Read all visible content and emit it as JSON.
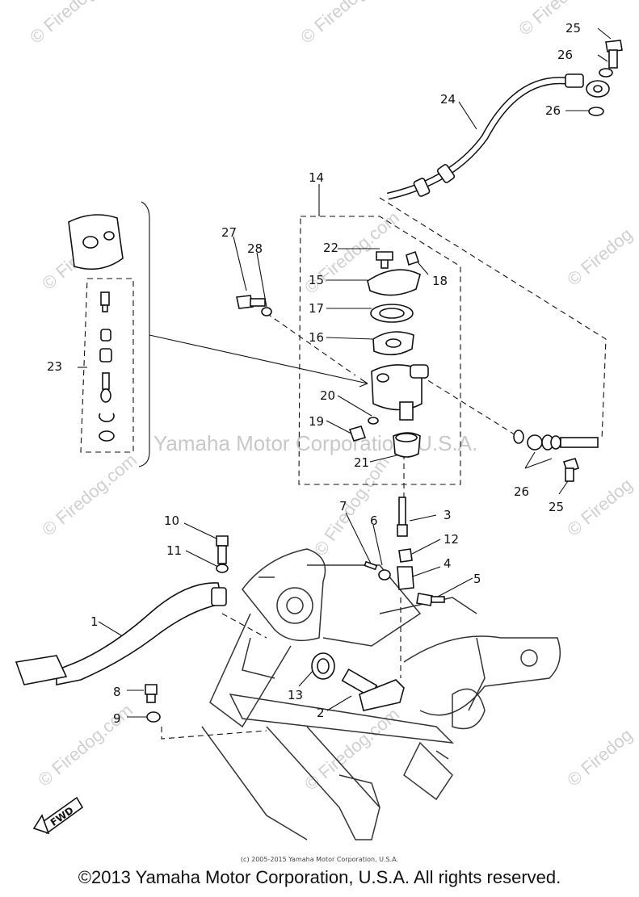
{
  "watermarks": {
    "center": "Yamaha Motor Corporation, U.S.A.",
    "brand": "© Firedog.com",
    "brand_short": "© Firedog"
  },
  "fwd_label": "FWD",
  "small_copyright": "(c) 2005-2015 Yamaha Motor Corporation, U.S.A.",
  "copyright": "©2013 Yamaha Motor Corporation, U.S.A. All rights reserved.",
  "callouts": {
    "c1": "1",
    "c2": "2",
    "c3": "3",
    "c4": "4",
    "c5": "5",
    "c6": "6",
    "c7": "7",
    "c8": "8",
    "c9": "9",
    "c10": "10",
    "c11": "11",
    "c12": "12",
    "c13": "13",
    "c14": "14",
    "c15": "15",
    "c16": "16",
    "c17": "17",
    "c18": "18",
    "c19": "19",
    "c20": "20",
    "c21": "21",
    "c22": "22",
    "c23": "23",
    "c24": "24",
    "c25a": "25",
    "c25b": "25",
    "c26a": "26",
    "c26b": "26",
    "c26c": "26",
    "c27": "27",
    "c28": "28"
  }
}
